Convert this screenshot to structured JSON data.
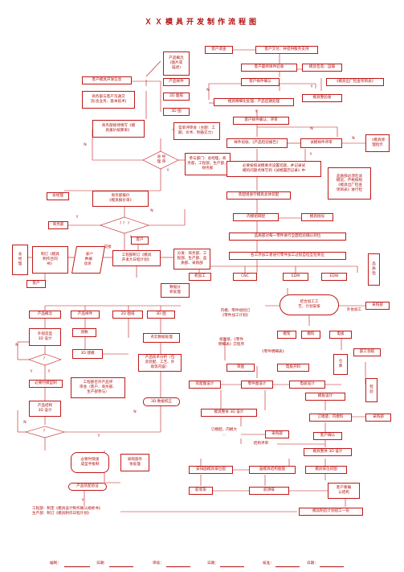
{
  "title": "ＸＸ模具开发制作流程图",
  "nodes": {
    "customer_research": "客户调查",
    "product_concept": "产品概念\n(图片或\n描述)",
    "customer_dev_info": "客户模具开发信息",
    "product_part": "产品样件",
    "business_negotiation": "商务部与客户沟通交\n流(含业务、基本技术)",
    "drawing_2d": "2D 图纸",
    "drawing_3d": "3D 图",
    "quote_task": "商务部接待填写《模\n具报价核算单》",
    "quote_review": "官单评审会（主题：工\n期、价术、制备实力）",
    "gm_review": "总  经\n  理  审",
    "review_members": "参与部门：总经理，商\n务部，工程部，生产部，\n财务部",
    "gm": "总经理",
    "business_quote": "商务部报价\n《模具报价单》",
    "decision": "? ？ ?",
    "business_dept": "商务部",
    "customer_top": "客户",
    "gm_left": "总\n经\n理",
    "contract": "制订《模具\n制作合同\n书》",
    "customer_data": "客户\n数据\n信息",
    "transfer": "交接",
    "engineering_plan": "工程部制订《模具\n开发大日程计划》",
    "plan_members": "分发：商务部、工\n程部、生产部、品\n质部、采购部",
    "customer_bottom": "客户",
    "data_analysis": "数据分\n析处理",
    "col_product_concept": "产品概念",
    "col_product_part": "产品样件",
    "col_2d": "2D 图纸",
    "col_3d": "3D 图",
    "shape_design": "外观造型\n3D 设计",
    "measure": "测数",
    "point_cloud": "点云数据处理",
    "model_3d": "3D 建模",
    "tech_analysis": "产品技术分析（包\n含装配、工艺、外\n观等内容）",
    "diamond_a": "？",
    "diamond_b": "？",
    "need_mock": "必要时模型制",
    "engineering_feedback": "工程部召开产品评\n审会（客户、商务部、\n生产部参与）",
    "structure_3d": "产品结构\n3D 设计",
    "data_check_3d": "3D 数据校正",
    "diamond_c": "？",
    "fast_prototype": "必要时快速\n成型手板制",
    "purchase_parts": "采购部外\n协处理",
    "assembly_verify": "产品装配验证",
    "engineering_final": "工程部：制定《模具设计制作确认规格书》\n生产部：制订《模具制作日程计划》",
    "customer_sample_confirm": "客户最终样件验收",
    "customer_delivery": "客户交付、并提供服务支持",
    "customer_accept": "客户样件确认",
    "packing": "模具包装、运输",
    "mold_ok_process": "模具精细化处理、产品后期处理",
    "factory_sign": "《模具出厂检查项目表》",
    "mold_inspection": "模具整验收",
    "trial_review": "客户样件确认、评审",
    "sample_check": "样件验收、《产品检验报告》",
    "trial_eval": "试模样件评审",
    "repair_notice": "《模具修\n理指示",
    "trial_issue": "必要按照试模要点设置问题，并记录试\n模的问题点填写到《试模履历记录》中",
    "quality_inspect": "品质部必须在试\n模前，严格按照\n《模具出厂检查\n项目表》进行检",
    "assembly_trial": "装配组进行模具总体装配",
    "part_fit": "内模组研配",
    "mold_polish": "模具抛光",
    "quality_dept": "品质部对每一零件进行全面检验确认到位",
    "outsourced_machining": "各工序加工者进行零件加工过程自检互检到位",
    "machine_ops": "机加工",
    "cnc": "CNC",
    "edm": "EDM",
    "edw": "EDW",
    "quality_right": "品\n质\n检",
    "process_plan": "内模、零件组别订\n《零件加工计划》",
    "combine_machining": "结合加工工\n艺、计划安排",
    "outsource": "外协加工",
    "purchase_right": "采购部",
    "mold_frame": "模架",
    "mold_material": "模料",
    "electrode": "电极",
    "process_list": "组图纸、《零件\n明细表》交程序",
    "part_info": "《零件明细表》",
    "dept_receive": "部工领取",
    "review_box": "审图",
    "electrode_drawing": "电极开料",
    "warehouse": "仓\n库",
    "assembly_drawing": "装配图设计",
    "part_drawing": "零件图设计",
    "electrode_design": "电极设计",
    "quality_check_r": "检\n验",
    "mold_design": "模板设计",
    "mold_3d": "模具整体 3D 设计",
    "order_purchase": "订模胚、内模料",
    "purchase_r2": "采购部",
    "frame_model": "订模胚、内模大\n...",
    "purchase_mid": "采购部",
    "customer_confirm_r": "客户确认",
    "structure_review": "结构评审",
    "mold_3d_r": "模具整体 3D 设计",
    "mold_layout": "安排画模具排位图",
    "mold_structure": "画模具结构图图",
    "mold_flow": "模具排位初图",
    "customer_require": "客户要确\n认结构",
    "gate_layout": "胶浆染",
    "ejector": "胶饼排",
    "mold_design_plan": "模具制造计划组工一份"
  },
  "labels": {
    "y": "Y",
    "n": "N"
  },
  "footer": {
    "editor": "编制：",
    "date1": "日期：",
    "reviewer": "审核：",
    "date2": "日期：",
    "approver": "核准：",
    "date3": "日期："
  }
}
